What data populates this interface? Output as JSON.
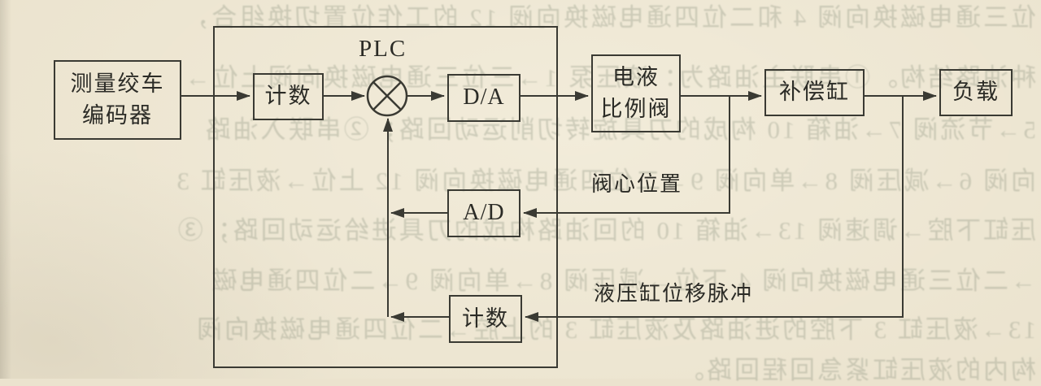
{
  "diagram": {
    "plc_label": "PLC",
    "nodes": {
      "encoder": {
        "lines": [
          "测量绞车",
          "编码器"
        ]
      },
      "counter_top": {
        "label": "计数"
      },
      "da_converter": {
        "label": "D/A"
      },
      "prop_valve": {
        "lines": [
          "电液",
          "比例阀"
        ]
      },
      "comp_cylinder": {
        "label": "补偿缸"
      },
      "load": {
        "label": "负载"
      },
      "ad_converter": {
        "label": "A/D"
      },
      "counter_bottom": {
        "label": "计数"
      }
    },
    "icons": {
      "summing_junction": "circle-with-cross"
    },
    "edge_labels": {
      "spool_position": "阀心位置",
      "cylinder_pulse": "液压缸位移脉冲"
    },
    "colors": {
      "paper": "#ebe3ce",
      "line": "#3a3a33",
      "text": "#2b2b26",
      "bleedthrough": "#7d8673"
    }
  },
  "bleedthrough": {
    "lines": [
      "位三通电磁换向阀 4 和二位四通电磁换向阀 12 的工作位置切换组合，",
      "种油路结构。①串联主油路为：液压泵 1→三位三通电磁换向阀上位→",
      "5→节流阀 7→油箱 10 构成的刀具旋转切削运动回路；②串联入油路",
      "向阀 6→减压阀 8→单向阀 9→二位四通电磁换向阀 12 上位→液压缸 3",
      "压缸下腔→调速阀 13→油箱 10 的回油路构成的刀具进给运动回路；③",
      "→二位三通电磁换向阀 4 下位→减压阀 8→单向阀 9→二位四通电磁",
      "13→液压缸 3 下腔的进油路及液压缸 3 的上腔→二位四通电磁换向阀",
      "构内的液压缸紧急回程回路。"
    ]
  }
}
